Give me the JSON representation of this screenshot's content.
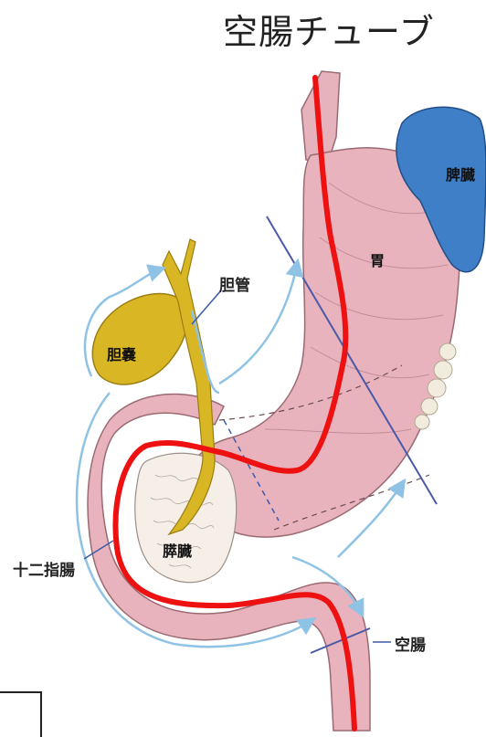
{
  "title": "空腸チューブ",
  "labels": {
    "spleen": "脾臓",
    "stomach": "胃",
    "bile_duct": "胆管",
    "gallbladder": "胆嚢",
    "pancreas": "膵臓",
    "duodenum": "十二指腸",
    "jejunum": "空腸"
  },
  "colors": {
    "tube": "#ee1111",
    "stomach": "#e8b3bd",
    "spleen": "#3f7fc8",
    "gallbladder": "#d9b624",
    "flow_arrows": "#8fc3e6",
    "cut_lines": "#4a5aa8"
  }
}
